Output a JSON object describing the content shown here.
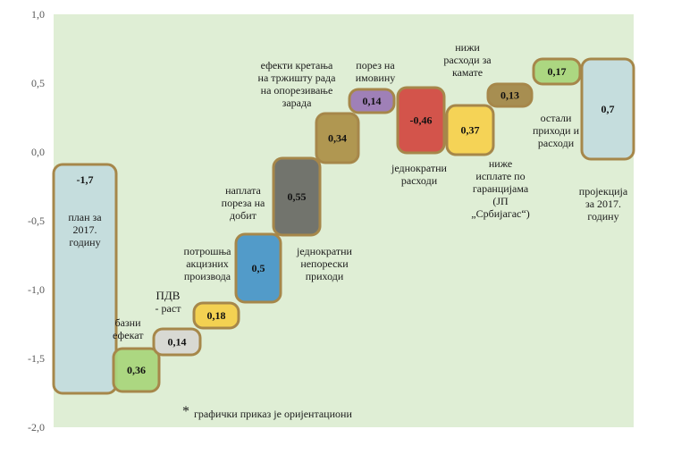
{
  "chart_data": {
    "type": "waterfall",
    "title": "",
    "xlabel": "",
    "ylabel": "",
    "ylim": [
      -2.0,
      1.0
    ],
    "yticks": [
      1.0,
      0.5,
      0.0,
      -0.5,
      -1.0,
      -1.5,
      -2.0
    ],
    "ytick_labels": [
      "1,0",
      "0,5",
      "0,0",
      "-0,5",
      "-1,0",
      "-1,5",
      "-2,0"
    ],
    "grid": false,
    "legend": "none",
    "background_color": "#dfeed5",
    "border_color": "#a6874a",
    "bars": [
      {
        "label": "план за 2017. годину",
        "value": -1.7,
        "value_label": "-1,7",
        "start": 0.0,
        "end": -1.7,
        "color": "#c3dbdd",
        "kind": "total"
      },
      {
        "label": "базни ефекат",
        "value": 0.36,
        "value_label": "0,36",
        "start": -1.7,
        "end": -1.34,
        "color": "#a9d57c",
        "kind": "delta"
      },
      {
        "label": "ПДВ - раст",
        "value": 0.14,
        "value_label": "0,14",
        "start": -1.34,
        "end": -1.2,
        "color": "#d7d7d3",
        "kind": "delta"
      },
      {
        "label": "потрошња акцизних производа",
        "value": 0.18,
        "value_label": "0,18",
        "start": -1.2,
        "end": -1.02,
        "color": "#f3cf4b",
        "kind": "delta"
      },
      {
        "label": "наплата пореза на добит",
        "value": 0.5,
        "value_label": "0,5",
        "start": -1.02,
        "end": -0.52,
        "color": "#4a96c8",
        "kind": "delta"
      },
      {
        "label": "једнократни непорески приходи",
        "value": 0.55,
        "value_label": "0,55",
        "start": -0.52,
        "end": 0.03,
        "color": "#6b6d67",
        "kind": "delta"
      },
      {
        "label": "ефекти кретања на тржишту рада на опорезивање зарада",
        "value": 0.34,
        "value_label": "0,34",
        "start": 0.03,
        "end": 0.37,
        "color": "#ad914a",
        "kind": "delta"
      },
      {
        "label": "порез на имовину",
        "value": 0.14,
        "value_label": "0,14",
        "start": 0.37,
        "end": 0.51,
        "color": "#9b79b5",
        "kind": "delta"
      },
      {
        "label": "једнократни расходи",
        "value": -0.46,
        "value_label": "-0,46",
        "start": 0.51,
        "end": 0.05,
        "color": "#d24b43",
        "kind": "delta"
      },
      {
        "label": "ниже исплате по гаранцијама (ЈП „Србијагас“)",
        "value": 0.37,
        "value_label": "0,37",
        "start": 0.05,
        "end": 0.42,
        "color": "#f5d14f",
        "kind": "delta"
      },
      {
        "label": "нижи расходи за камате",
        "value": 0.13,
        "value_label": "0,13",
        "start": 0.42,
        "end": 0.55,
        "color": "#a3884a",
        "kind": "delta"
      },
      {
        "label": "остали приходи и расходи",
        "value": 0.17,
        "value_label": "0,17",
        "start": 0.55,
        "end": 0.72,
        "color": "#a9d57c",
        "kind": "delta"
      },
      {
        "label": "пројекција за 2017. годину",
        "value": 0.7,
        "value_label": "0,7",
        "start": 0.72,
        "end": 0.0,
        "color": "#c3dbdd",
        "kind": "total"
      }
    ],
    "annotations": {
      "plan": [
        "план за",
        "2017.",
        "годину"
      ],
      "bazni": [
        "базни",
        "ефекат"
      ],
      "pdv": [
        "ПДВ",
        "- раст"
      ],
      "akcize": [
        "потрошња",
        "акцизних",
        "производа"
      ],
      "dobit": [
        "наплата",
        "пореза на",
        "добит"
      ],
      "neporeski": [
        "једнократни",
        "непорески",
        "приходи"
      ],
      "zarade": [
        "ефекти кретања",
        "на тржишту рада",
        "на опорезивање",
        "зарада"
      ],
      "imovina": [
        "порез на",
        "имовину"
      ],
      "rashodi": [
        "једнократни",
        "расходи"
      ],
      "garancije": [
        "ниже",
        "исплате по",
        "гаранцијама",
        "(ЈП",
        "„Србијагас“)"
      ],
      "kamate": [
        "нижи",
        "расходи за",
        "камате"
      ],
      "ostali": [
        "остали",
        "приходи и",
        "расходи"
      ],
      "projekcija": [
        "пројекција",
        "за 2017.",
        "годину"
      ]
    },
    "footnote": {
      "symbol": "*",
      "text": "графички приказ је оријентациони"
    }
  }
}
